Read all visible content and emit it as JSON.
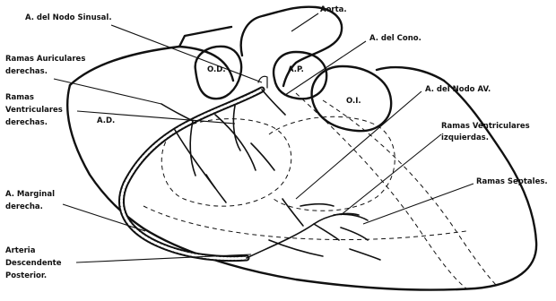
{
  "labels": {
    "nodo_sinusal": "A. del Nodo Sinusal.",
    "aorta": "Aorta.",
    "cono": "A. del Cono.",
    "ramas_auric_1": "Ramas Auriculares",
    "ramas_auric_2": "derechas.",
    "ramas_vent_1": "Ramas",
    "ramas_vent_2": "Ventriculares",
    "ramas_vent_3": "derechas.",
    "od": "O.D.",
    "ap": "A.P.",
    "oi": "O.I.",
    "ad": "A.D.",
    "nodo_av": "A. del Nodo AV.",
    "ramas_vent_izq_1": "Ramas Ventriculares",
    "ramas_vent_izq_2": "izquierdas.",
    "ramas_septales": "Ramas Septales.",
    "marginal_1": "A. Marginal",
    "marginal_2": "derecha.",
    "arteria_1": "Arteria",
    "arteria_2": "Descendente",
    "arteria_3": "Posterior."
  }
}
